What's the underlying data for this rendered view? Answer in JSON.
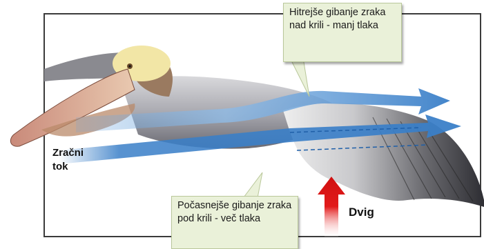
{
  "callouts": {
    "above": "Hitrejše gibanje zraka nad krili - manj  tlaka",
    "below": "Počasnejše gibanje zraka pod krili - več tlaka"
  },
  "labels": {
    "airflow_line1": "Zračni",
    "airflow_line2": "tok",
    "lift": "Dvig"
  },
  "colors": {
    "flow_arrow": "#3a7fc8",
    "lift_arrow": "#e21b1b",
    "callout_fill": "#eaf1d9"
  }
}
